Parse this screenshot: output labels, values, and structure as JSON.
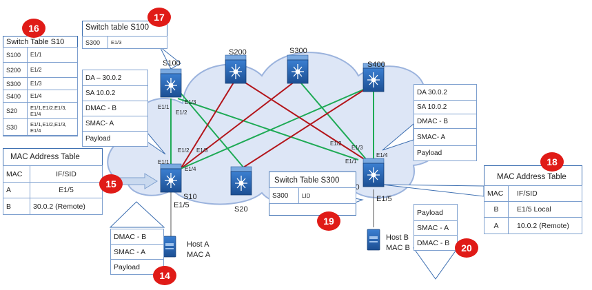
{
  "switches": {
    "s100": "S100",
    "s200": "S200",
    "s300": "S300",
    "s400": "S400",
    "s10": "S10",
    "s20": "S20",
    "s30": "S30"
  },
  "ports": {
    "s100_e1_1": "E1/1",
    "s100_e1_2": "E1/2",
    "s100_e1_3": "E1/3",
    "s10_e1_2": "E1/2",
    "s10_e1_3": "E1/3",
    "s10_e1_1": "E1/1",
    "s10_e1_4": "E1/4",
    "s10_e1_5": "E1/5",
    "s30_e1_2": "E1/2",
    "s30_e1_3": "E1/3",
    "s30_e1_1": "E1/1",
    "s30_e1_4": "E1/4",
    "s30_e1_5": "E1/5"
  },
  "hosts": {
    "a_name": "Host A",
    "a_mac": "MAC A",
    "b_name": "Host B",
    "b_mac": "MAC B"
  },
  "badges": [
    "14",
    "15",
    "16",
    "17",
    "18",
    "19",
    "20"
  ],
  "switch_table_s10": {
    "title": "Switch Table S10",
    "rows": [
      [
        "S100",
        "E1/1"
      ],
      [
        "S200",
        "E1/2"
      ],
      [
        "S300",
        "E1/3"
      ],
      [
        "S400",
        "E1/4"
      ],
      [
        "S20",
        "E1/1,E1/2,E1/3,",
        "E1/4"
      ],
      [
        "S30",
        "E1/1,E1/2,E1/3,",
        "E1/4"
      ]
    ]
  },
  "switch_table_s100": {
    "title": "Switch table  S100",
    "rows": [
      [
        "S300",
        "E1/3"
      ]
    ]
  },
  "frame_s10": {
    "rows": [
      "DA – 30.0.2",
      "SA 10.0.2",
      "DMAC - B",
      "SMAC-  A",
      "Payload"
    ]
  },
  "frame_s30": {
    "rows": [
      "DA  30.0.2",
      "SA 10.0.2",
      "DMAC - B",
      "SMAC-  A",
      "Payload"
    ]
  },
  "mac_table_s10": {
    "title": "MAC Address Table",
    "header": [
      "MAC",
      "IF/SID"
    ],
    "rows": [
      [
        "A",
        "E1/5"
      ],
      [
        "B",
        "30.0.2 (Remote)"
      ]
    ]
  },
  "mac_table_s30": {
    "title": "MAC Address Table",
    "header": [
      "MAC",
      "IF/SID"
    ],
    "rows": [
      [
        "B",
        "E1/5  Local"
      ],
      [
        "A",
        "10.0.2 (Remote)"
      ]
    ]
  },
  "switch_table_s300": {
    "title": "Switch Table S300",
    "rows": [
      [
        "S300",
        "LID"
      ]
    ]
  },
  "host_frame_a": {
    "rows": [
      "DMAC - B",
      "SMAC - A",
      "Payload"
    ]
  },
  "host_frame_b": {
    "rows": [
      "Payload",
      "SMAC - A",
      "DMAC - B"
    ]
  },
  "colors": {
    "green_link": "#1eaa55",
    "red_link": "#b3151b",
    "cloud_fill": "#dde6f6",
    "cloud_stroke": "#9bb3dd",
    "badge": "#e01b17",
    "table_border": "#3d6fb1"
  }
}
